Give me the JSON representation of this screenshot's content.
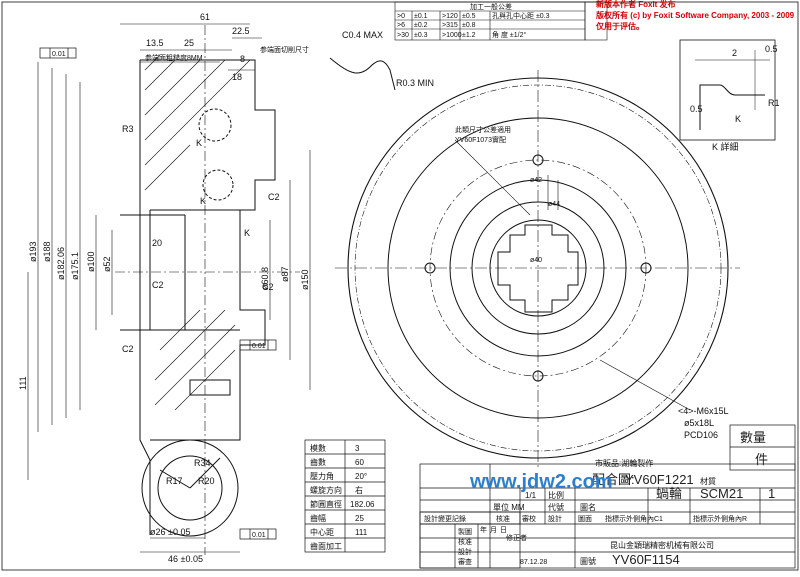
{
  "watermark": {
    "line1": "新版本作者 Foxit 发布",
    "line2": "版权所有 (c) by Foxit Software Company, 2003 - 2009",
    "line3": "仅用于评估。"
  },
  "dims_top": [
    "61",
    "13.5",
    "25",
    "22.5",
    "8",
    "18"
  ],
  "dims_misc": [
    "R3",
    "C0.4 MAX",
    "R0.3 MIN",
    "C2",
    "C2",
    "C2",
    "C2",
    "20",
    "K",
    "K",
    "K"
  ],
  "dims_dia": [
    "ø193",
    "ø188",
    "ø182.06",
    "ø175.1",
    "ø100",
    "ø52",
    "ø60.8",
    "ø87",
    "ø150",
    "111"
  ],
  "dims_bottom": [
    "ø26 ±0.05",
    "46 ±0.05",
    "R17",
    "R20",
    "R34"
  ],
  "datum_frames": [
    "0.01",
    "0.01",
    "0.01"
  ],
  "notes_top": [
    "参端面粗糙度8MM",
    "参端面切削尺寸"
  ],
  "tolerance_table": {
    "title": "加工一般公差",
    "rows": [
      [
        ">0",
        "±0.1",
        ">120",
        "±0.5",
        "孔與孔中心距 ±0.3"
      ],
      [
        ">6",
        "±0.2",
        ">315",
        "±0.8",
        ""
      ],
      [
        ">30",
        "±0.3",
        ">1000",
        "±1.2",
        "角 度 ±1/2°"
      ]
    ]
  },
  "front_view": {
    "note_lines": [
      "此類尺寸公差適用",
      "YV60F1073實配"
    ],
    "dims": [
      "ø42",
      "ø40",
      "ø44"
    ],
    "hole_note": [
      "<4>-M6x15L",
      "ø5x18L",
      "PCD106"
    ]
  },
  "detail_k": {
    "title": "K 詳細",
    "dims": [
      "2",
      "0.5",
      "0.5",
      "R1",
      "K"
    ]
  },
  "gear_table": {
    "rows": [
      [
        "模數",
        "3"
      ],
      [
        "齒數",
        "60"
      ],
      [
        "壓力角",
        "20°"
      ],
      [
        "螺旋方向",
        "右"
      ],
      [
        "節圓直徑",
        "182.06"
      ],
      [
        "齒幅",
        "25"
      ],
      [
        "中心距",
        "111"
      ],
      [
        "齒面加工",
        ""
      ]
    ]
  },
  "title_block": {
    "maker_note": "市販品:湖輪製作",
    "match_label": "配合圖:",
    "match_value": "YV60F1221",
    "material_label": "材質",
    "qty_label": "數量",
    "qty_unit": "件",
    "part_name": "蝸輪",
    "material": "SCM21",
    "count": "1",
    "scale": "1/1",
    "scale_label": "比例",
    "unit_label": "單位 MM",
    "code_label": "代號",
    "name_label": "圖名",
    "col_labels": [
      "核准",
      "審校",
      "設計",
      "圖面"
    ],
    "row_labels": [
      "指標示外側角內C1",
      "指標示外側角內R"
    ],
    "company": "昆山金穎瑞精密机械有限公司",
    "drawing_no_label": "圖號",
    "drawing_no": "YV60F1154",
    "date": "87.12.28",
    "revision_title": "設計變更記錄",
    "revision_headers": [
      "年",
      "月",
      "日",
      "修正者"
    ],
    "side_headers": [
      "製圖",
      "核准",
      "設計",
      "審查"
    ]
  },
  "site_logo": "www.jdw2.com"
}
